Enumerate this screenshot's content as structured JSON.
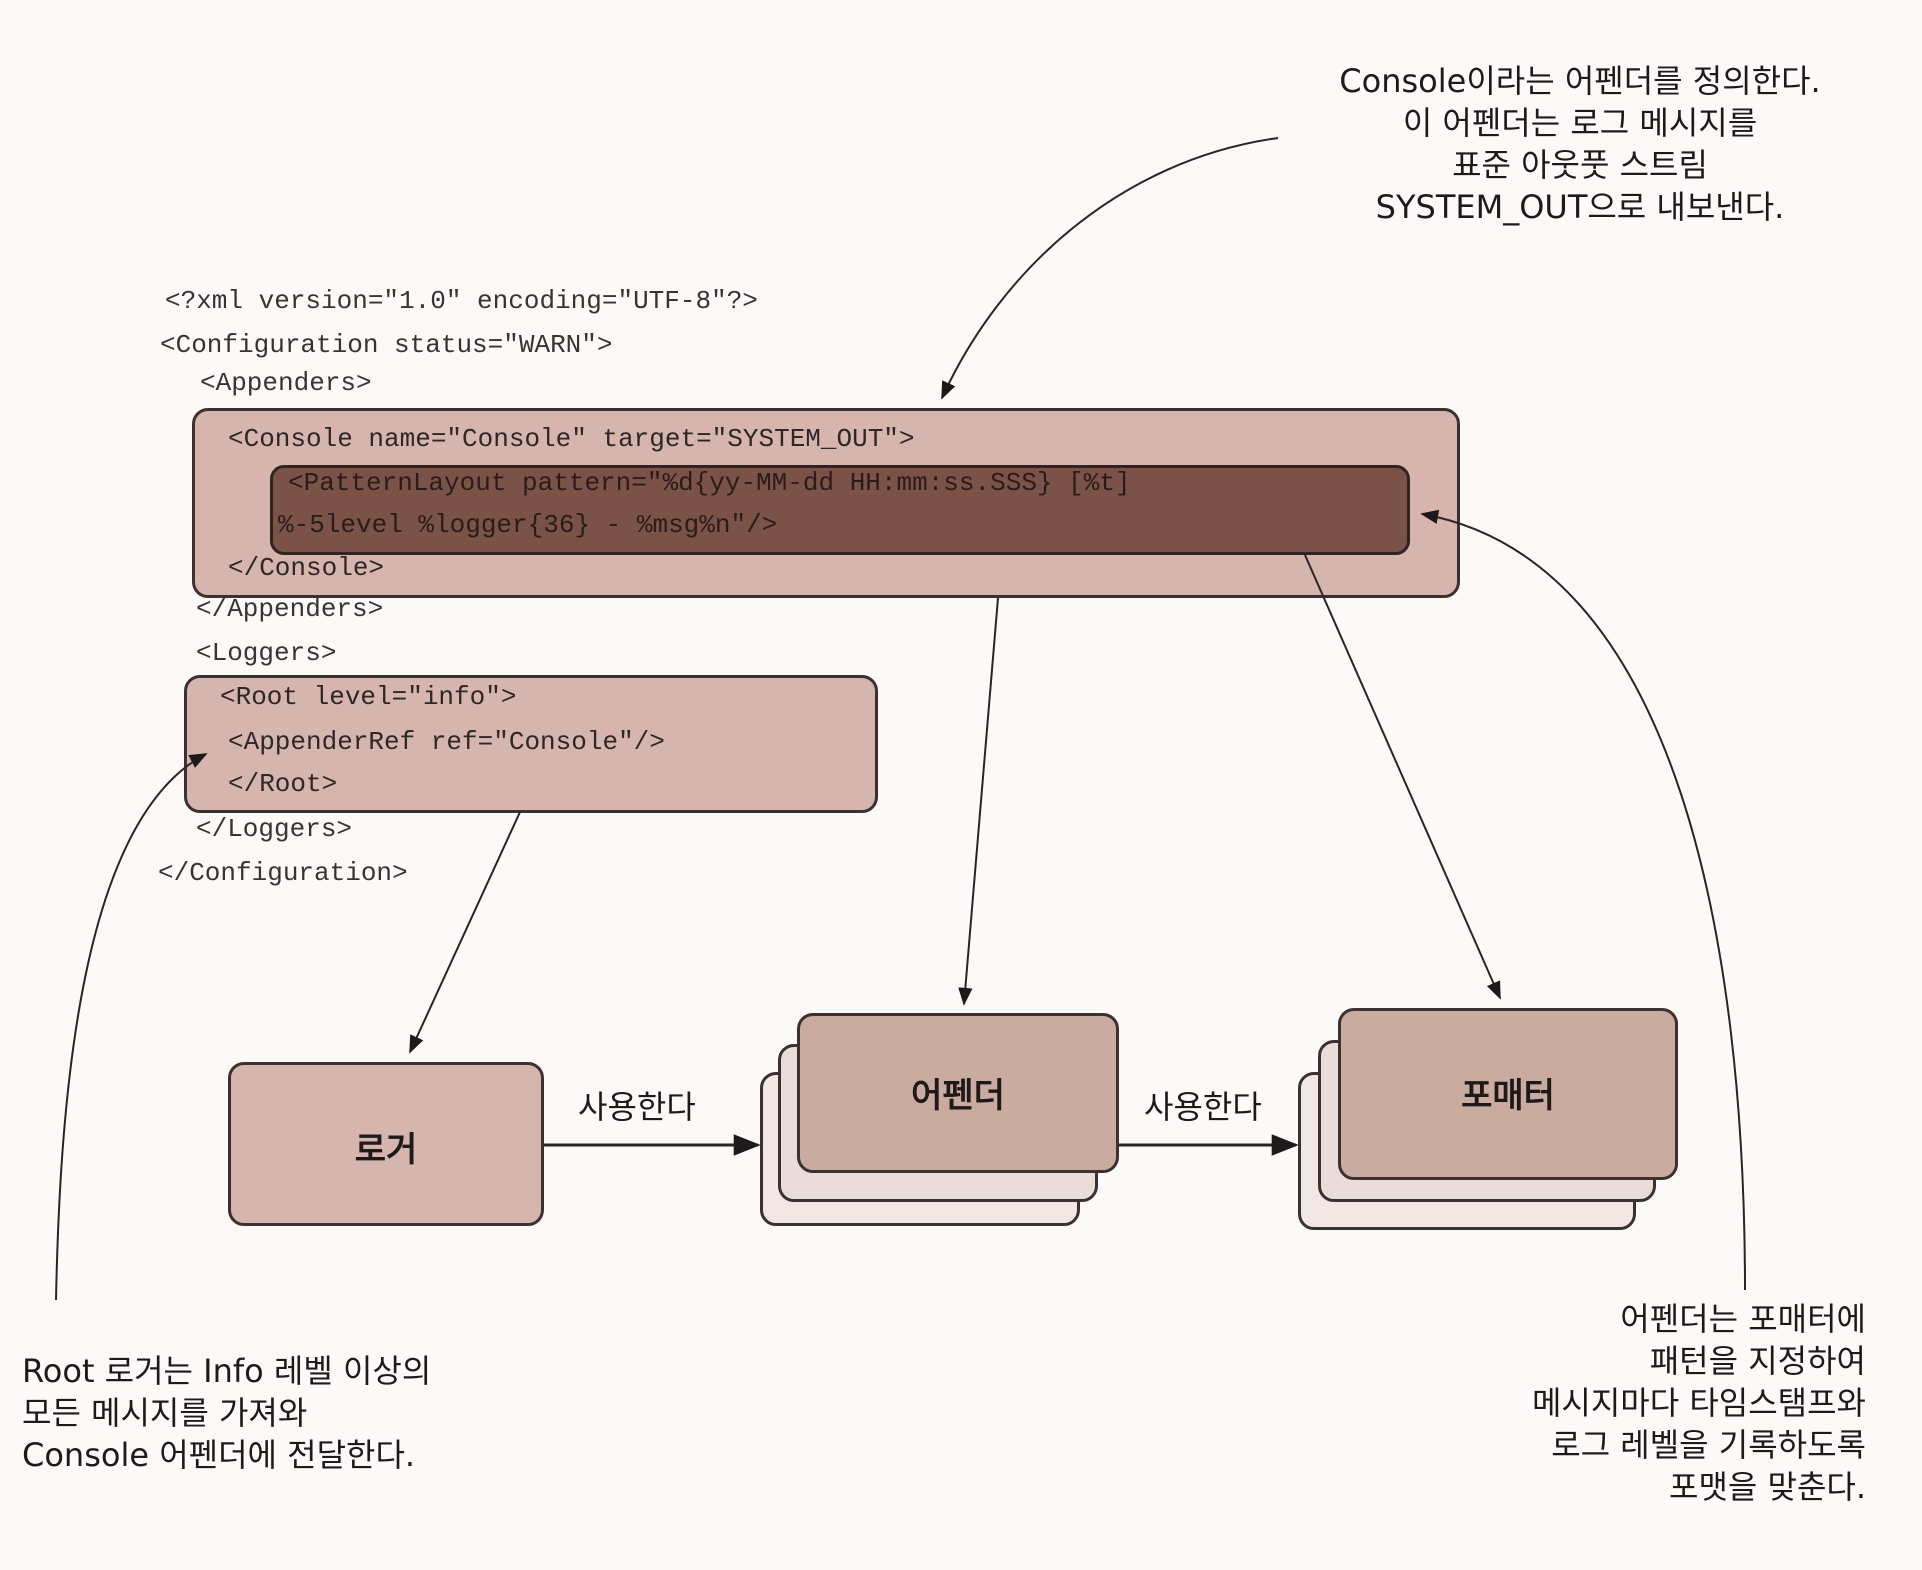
{
  "code": {
    "xml_decl": "<?xml version=\"1.0\" encoding=\"UTF-8\"?>",
    "config_open": "<Configuration status=\"WARN\">",
    "appenders_open": "<Appenders>",
    "console_open": "<Console name=\"Console\" target=\"SYSTEM_OUT\">",
    "pattern_line1": "<PatternLayout pattern=\"%d{yy-MM-dd HH:mm:ss.SSS} [%t]",
    "pattern_line2": "%-5level %logger{36} - %msg%n\"/>",
    "console_close": "</Console>",
    "appenders_close": "</Appenders>",
    "loggers_open": "<Loggers>",
    "root_open": "<Root level=\"info\">",
    "appender_ref": "<AppenderRef ref=\"Console\"/>",
    "root_close": "</Root>",
    "loggers_close": "</Loggers>",
    "config_close": "</Configuration>"
  },
  "nodes": {
    "logger": "로거",
    "appender": "어펜더",
    "formatter": "포매터"
  },
  "edges": {
    "logger_to_appender": "사용한다",
    "appender_to_formatter": "사용한다"
  },
  "annotations": {
    "console_appender": [
      "Console이라는 어펜더를 정의한다.",
      "이 어펜더는 로그 메시지를",
      "표준 아웃풋 스트림",
      "SYSTEM_OUT으로 내보낸다."
    ],
    "root_logger": [
      "Root 로거는 Info 레벨 이상의",
      "모든 메시지를 가져와",
      "Console 어펜더에 전달한다."
    ],
    "formatter_pattern": [
      "어펜더는 포매터에",
      "패턴을 지정하여",
      "메시지마다 타임스탬프와",
      "로그 레벨을 기록하도록",
      "포맷을 맞춘다."
    ]
  },
  "colors": {
    "box_fill": "#d5b5ad",
    "pattern_fill": "#7b5248",
    "border": "#3c3030",
    "text": "#1e1a1a"
  }
}
